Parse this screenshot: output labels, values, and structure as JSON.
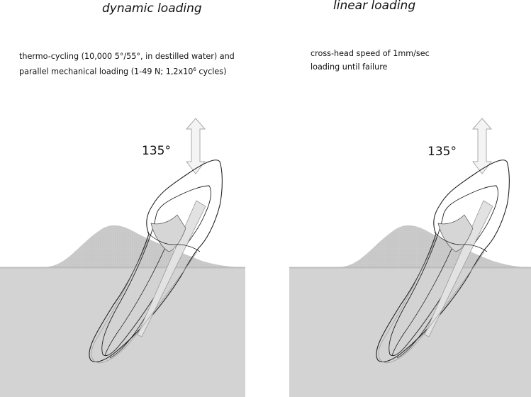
{
  "panels": [
    {
      "title": "dynamic loading",
      "line1": "thermo-cycling (10,000 5°/55°, in destilled water) and",
      "line2_a": "parallel mechanical loading (1-49 N; 1,2x10",
      "line2_sup": "6",
      "line2_b": " cycles)",
      "angle": "135°"
    },
    {
      "title": "linear loading",
      "line1": "cross-head speed of 1mm/sec",
      "line2": "loading until failure",
      "angle": "135°"
    }
  ],
  "colors": {
    "bone": "#d3d3d3",
    "gum": "#c4c4c4",
    "post": "#e4e4e4",
    "outline": "#222222",
    "arrow": "#f2f2f2"
  }
}
